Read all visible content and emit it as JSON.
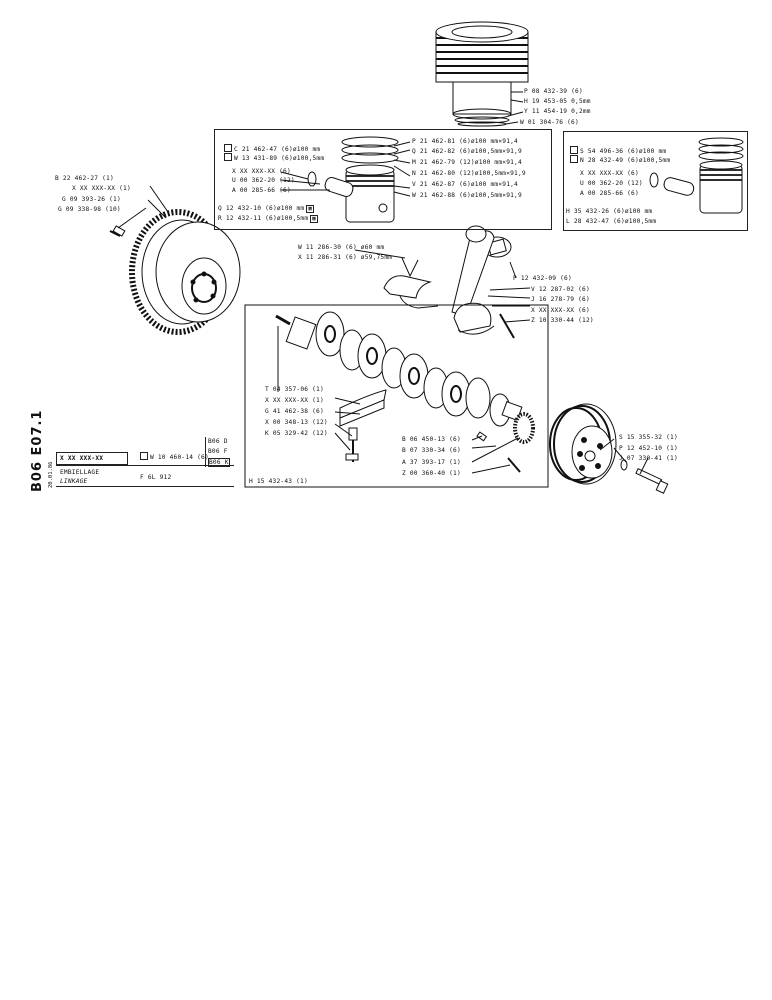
{
  "page_code": "B06 E07.1",
  "page_date": "20.01.86",
  "title_block": {
    "ref": "X XX XXX-XX",
    "option_ref": "W 10 460-14 (6)",
    "variants": [
      "B06 D",
      "B06 F",
      "B06 K"
    ],
    "title": "EMBIELLAGE",
    "subtitle": "LINKAGE",
    "model": "F 6L 912"
  },
  "cylinder": {
    "parts": [
      "P 08 432-39 (6)",
      "H 19 453-05 0,5mm",
      "Y 11 454-19 0,2mm",
      "W 01 304-76 (6)"
    ]
  },
  "piston_box_left": {
    "top_items": [
      "C 21 462-47 (6)ø100 mm",
      "W 13 431-89 (6)ø100,5mm"
    ],
    "pin_items": [
      "X XX XXX-XX (6)",
      "U 00 362-20 (12)",
      "A 00 285-66 (6)"
    ],
    "bottom_items": [
      "Q 12 432-10 (6)ø100 mm",
      "R 12 432-11 (6)ø100,5mm"
    ],
    "right_items": [
      "P 21 462-81 (6)ø100   mm×91,4",
      "Q 21 462-82 (6)ø100,5mm×91,9",
      "M 21 462-79 (12)ø100  mm×91,4",
      "N 21 462-80 (12)ø100,5mm×91,9",
      "V 21 462-87 (6)ø100   mm×91,4",
      "W 21 462-88 (6)ø100,5mm×91,9"
    ]
  },
  "piston_box_right": {
    "top_items": [
      "S 54 496-36 (6)ø100  mm",
      "N 28 432-49 (6)ø100,5mm"
    ],
    "pin_items": [
      "X XX XXX-XX (6)",
      "U 00 362-20 (12)",
      "A 00 285-66 (6)"
    ],
    "bottom_items": [
      "H 35 432-26 (6)ø100  mm",
      "L 28 432-47 (6)ø100,5mm"
    ]
  },
  "flywheel": {
    "parts": [
      "B 22 462-27 (1)",
      "X XX XXX-XX (1)",
      "G 09 393-26 (1)",
      "G 09 338-98 (10)"
    ]
  },
  "bearings": {
    "parts": [
      "W 11 286-30 (6) ø60   mm",
      "X 11 286-31 (6) ø59,75mm"
    ]
  },
  "conrod": {
    "parts": [
      "P 12 432-09 (6)",
      "V 12 287-02 (6)",
      "J 16 278-79 (6)",
      "X XX XXX-XX (6)",
      "Z 10 330-44 (12)"
    ]
  },
  "crankshaft": {
    "left_parts": [
      "T 04 357-06 (1)",
      "X XX XXX-XX (1)",
      "G 41 462-38 (6)",
      "X 00 348-13 (12)",
      "K 05 329-42 (12)"
    ],
    "right_parts": [
      "B 06 450-13 (6)",
      "B 07 330-34 (6)",
      "A 37 393-17 (1)",
      "Z 00 360-40 (1)"
    ],
    "assembly": "H 15 432-43 (1)"
  },
  "pulley": {
    "parts": [
      "S 15 355-32 (1)",
      "P 12 452-10 (1)",
      "J 07 330-41 (1)"
    ]
  }
}
